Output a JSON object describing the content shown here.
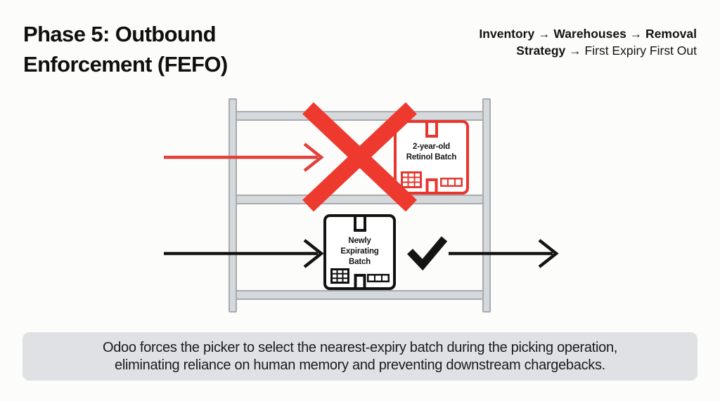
{
  "slide": {
    "background": "#FCFCFB"
  },
  "header": {
    "title": {
      "line1": "Phase 5: Outbound",
      "line2": "Enforcement (FEFO)"
    },
    "breadcrumb": {
      "line1_bold": "Inventory → Warehouses → Removal",
      "line2_bold": "Strategy",
      "line2_arrow": "→",
      "line2_regular": "First Expiry First Out"
    }
  },
  "diagram": {
    "shelf": {
      "fill": "#D6D9DC",
      "border": "#A6ABB0"
    },
    "rejected_box": {
      "label_line1": "2-year-old",
      "label_line2": "Retinol Batch",
      "border_color": "#E8362C"
    },
    "accepted_box": {
      "label_line1": "Newly",
      "label_line2": "Expirating",
      "label_line3": "Batch",
      "border_color": "#121212"
    },
    "colors": {
      "x_mark": "#EE392F",
      "red_arrow": "#E2403A",
      "black": "#141414"
    }
  },
  "caption": {
    "line1": "Odoo forces the picker to select the nearest-expiry batch during the picking operation,",
    "line2": "eliminating reliance on human memory and preventing downstream chargebacks.",
    "background": "#DFE1E4",
    "text_color": "#1B1B1D"
  }
}
